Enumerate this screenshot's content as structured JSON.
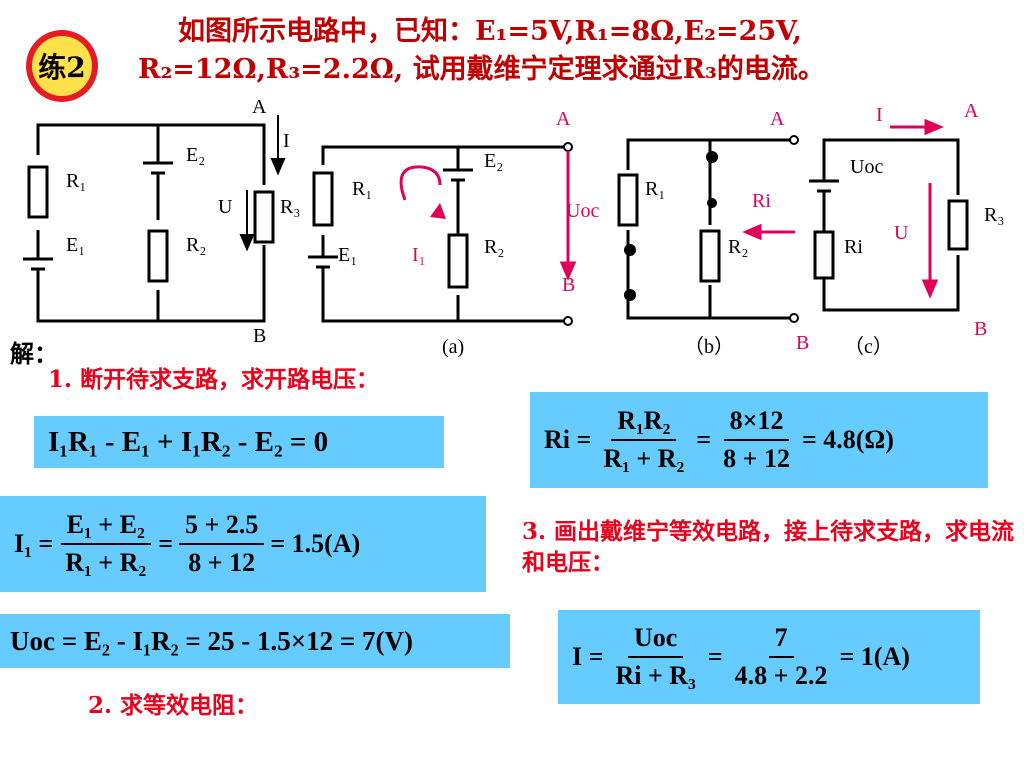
{
  "badge": "练2",
  "title": {
    "line1": "如图所示电路中，已知：E₁=5V,R₁=8Ω,E₂=25V,",
    "line2": "R₂=12Ω,R₃=2.2Ω, 试用戴维宁定理求通过R₃的电流。"
  },
  "solution_label": "解：",
  "steps": {
    "s1": "1. 断开待求支路，求开路电压：",
    "s2": "2. 求等效电阻：",
    "s3": "3. 画出戴维宁等效电路，接上待求支路，求电流和电压："
  },
  "eq1": "I₁R₁ - E₁ + I₁R₂ - E₂ = 0",
  "eq_i1": {
    "lhs": "I₁ =",
    "num1": "E₁ + E₂",
    "den1": "R₁ + R₂",
    "num2": "5 + 2.5",
    "den2": "8 + 12",
    "result": "= 1.5(A)",
    "eq": "="
  },
  "eq_uoc": "Uoc = E₂ - I₁R₂ = 25 - 1.5×12 = 7(V)",
  "eq_ri": {
    "lhs": "Ri =",
    "num1": "R₁R₂",
    "den1": "R₁ + R₂",
    "num2": "8×12",
    "den2": "8 + 12",
    "result": "= 4.8(Ω)",
    "eq": "="
  },
  "eq_i": {
    "lhs": "I =",
    "num1": "Uoc",
    "den1": "Ri + R₃",
    "num2": "7",
    "den2": "4.8 + 2.2",
    "result": "= 1(A)",
    "eq": "="
  },
  "circuit_labels": {
    "main": {
      "A": "A",
      "B": "B",
      "R1": "R₁",
      "E1": "E₁",
      "E2": "E₂",
      "R2": "R₂",
      "R3": "R₃",
      "I": "I",
      "U": "U"
    },
    "a": {
      "A": "A",
      "B": "B",
      "R1": "R₁",
      "E1": "E₁",
      "E2": "E₂",
      "R2": "R₂",
      "I1": "I₁",
      "Uoc": "Uoc",
      "caption": "(a)"
    },
    "b": {
      "A": "A",
      "B": "B",
      "R1": "R₁",
      "R2": "R₂",
      "Ri": "Ri",
      "caption": "（b）"
    },
    "c": {
      "A": "A",
      "B": "B",
      "Uoc": "Uoc",
      "Ri": "Ri",
      "R3": "R₃",
      "I": "I",
      "U": "U",
      "caption": "（c）"
    }
  },
  "colors": {
    "title": "#c00000",
    "step": "#e8001c",
    "box": "#66ccff",
    "arrow": "#e0005a"
  }
}
